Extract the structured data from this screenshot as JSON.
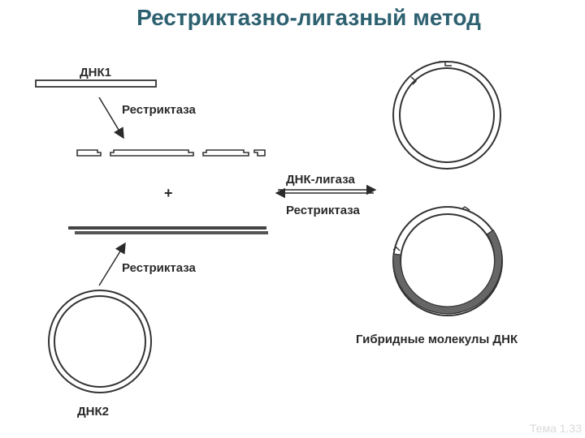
{
  "title": "Рестриктазно-лигазный метод",
  "labels": {
    "dna1": "ДНК1",
    "restrictase_top": "Рестриктаза",
    "plus": "+",
    "ligase": "ДНК-лигаза",
    "restrictase_right": "Рестриктаза",
    "restrictase_bottom": "Рестриктаза",
    "dna2": "ДНК2",
    "hybrid": "Гибридные молекулы ДНК"
  },
  "footer": "Тема 1.33",
  "colors": {
    "title": "#2d6170",
    "strand": "#333333",
    "dark_fragment": "#555555"
  }
}
